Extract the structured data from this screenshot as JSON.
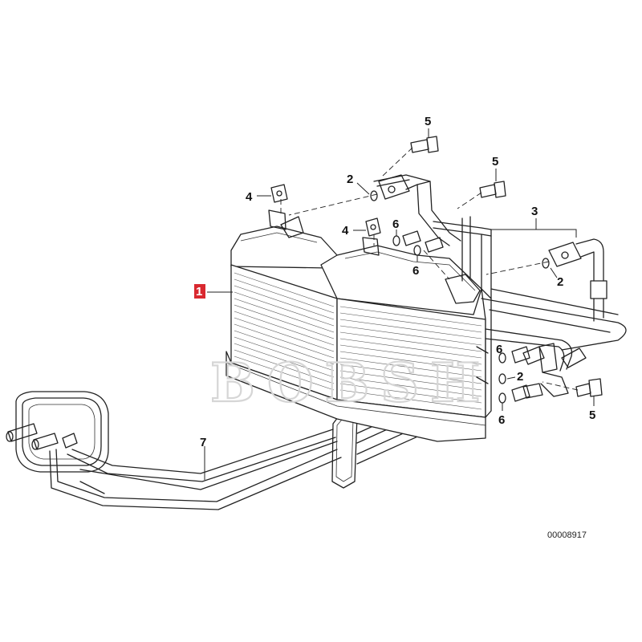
{
  "diagram": {
    "watermark": "BOBSH",
    "part_number": "00008917",
    "highlight_color": "#d9282f",
    "callouts": [
      {
        "id": "c1",
        "label": "1",
        "highlighted": true
      },
      {
        "id": "c2a",
        "label": "2"
      },
      {
        "id": "c2b",
        "label": "2"
      },
      {
        "id": "c2c",
        "label": "2"
      },
      {
        "id": "c3",
        "label": "3"
      },
      {
        "id": "c4a",
        "label": "4"
      },
      {
        "id": "c4b",
        "label": "4"
      },
      {
        "id": "c5a",
        "label": "5"
      },
      {
        "id": "c5b",
        "label": "5"
      },
      {
        "id": "c5c",
        "label": "5"
      },
      {
        "id": "c6a",
        "label": "6"
      },
      {
        "id": "c6b",
        "label": "6"
      },
      {
        "id": "c6c",
        "label": "6"
      },
      {
        "id": "c6d",
        "label": "6"
      },
      {
        "id": "c7",
        "label": "7"
      }
    ]
  }
}
